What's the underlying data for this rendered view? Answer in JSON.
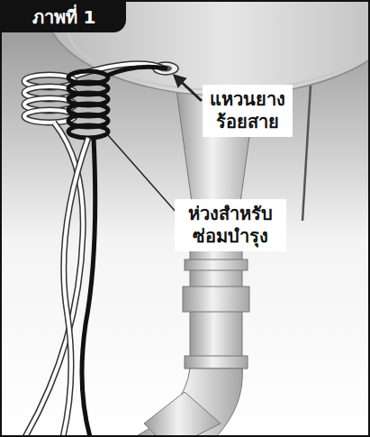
{
  "diagram": {
    "title": "ภาพที่ 1",
    "nodes": [
      {
        "text": [
          "แหวนยาง ร้อยสาย"
        ]
      },
      {
        "text": [
          "ห่วงสำหรับ ซ่อมบำรุง"
        ]
      }
    ]
  }
}
